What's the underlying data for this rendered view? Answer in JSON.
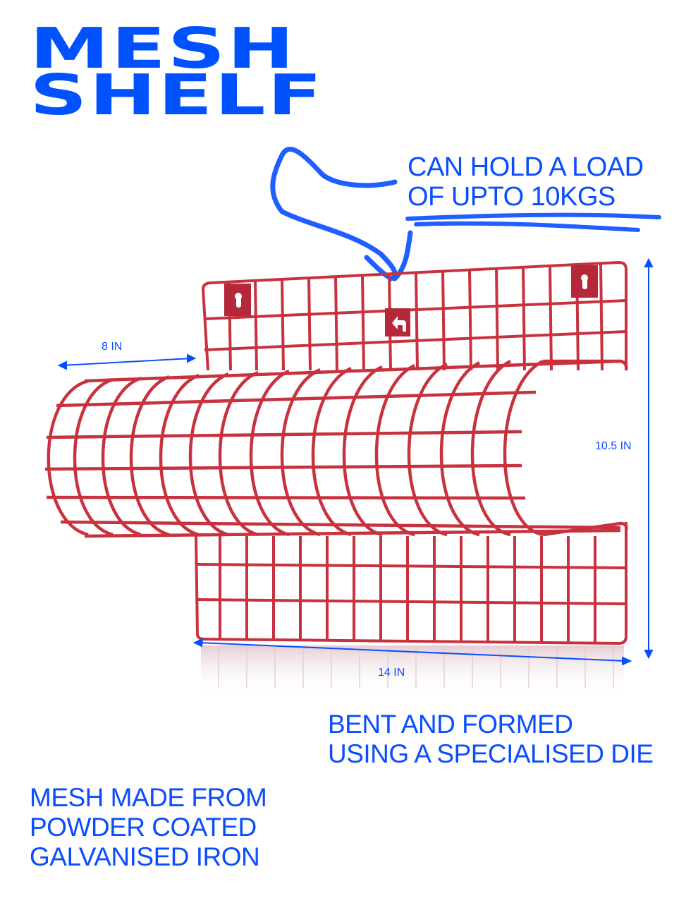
{
  "title": {
    "line1": "MESH",
    "line2": "SHELF"
  },
  "callout": {
    "line1": "CAN HOLD A LOAD",
    "line2": "OF UPTO 10KGS"
  },
  "dimensions": {
    "depth": "8 IN",
    "height": "10.5 IN",
    "width": "14 IN"
  },
  "features": {
    "forming": {
      "line1": "BENT AND FORMED",
      "line2": "USING A SPECIALISED DIE"
    },
    "material": {
      "line1": "MESH MADE FROM",
      "line2": "POWDER COATED",
      "line3": "GALVANISED IRON"
    }
  },
  "colors": {
    "accent_blue": "#0a4dff",
    "title_blue": "#0052ff",
    "mesh_red": "#c8323f",
    "background": "#ffffff"
  },
  "icons": {
    "keyhole": "keyhole-slot-icon",
    "arrow": "turn-arrow-icon"
  }
}
